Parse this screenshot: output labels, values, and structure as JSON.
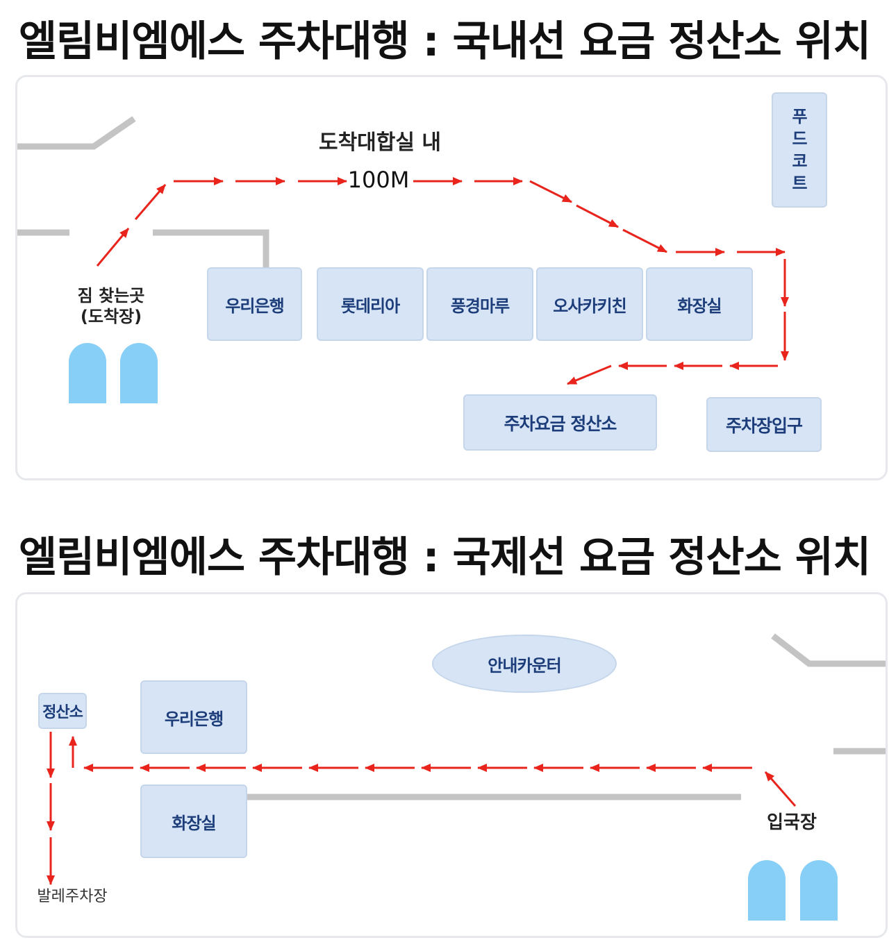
{
  "diagram1": {
    "title": "엘림비엠에스 주차대행 : 국내선 요금 정산소 위치",
    "food_court": [
      "푸",
      "드",
      "코",
      "트"
    ],
    "rooms": [
      "우리은행",
      "롯데리아",
      "풍경마루",
      "오사카키친",
      "화장실"
    ],
    "baggage_line1": "짐 찾는곳",
    "baggage_line2": "(도착장)",
    "route_label": "도착대합실 내",
    "distance_label": "100M",
    "fee_office": "주차요금 정산소",
    "parking_entrance": "주차장입구"
  },
  "diagram2": {
    "title": "엘림비엠에스 주차대행 : 국제선 요금 정산소 위치",
    "info_counter": "안내카운터",
    "fee_office": "정산소",
    "bank": "우리은행",
    "restroom": "화장실",
    "arrival_hall": "입국장",
    "valet_parking": "발레주차장"
  },
  "colors": {
    "room_fill": "#d6e4f5",
    "room_text": "#1c3d7a",
    "route_arrow": "#e8241c",
    "door": "#87cff7",
    "wall": "#c4c4c4"
  }
}
